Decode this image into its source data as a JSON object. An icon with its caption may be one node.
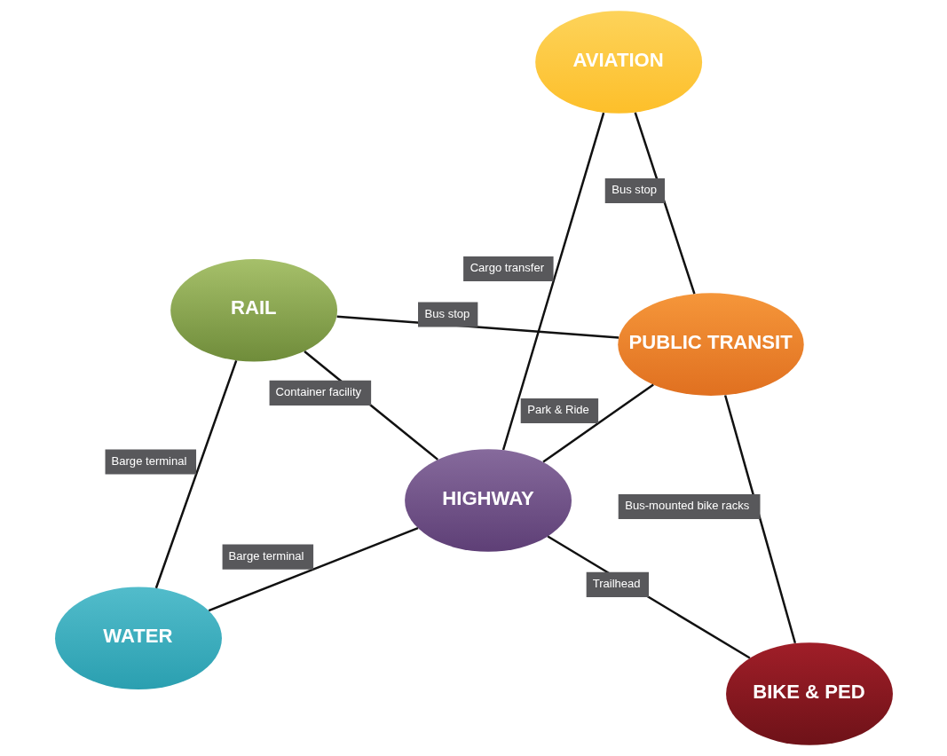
{
  "diagram": {
    "nodes": [
      {
        "text": [
          "AVIATION"
        ]
      },
      {
        "text": [
          "WATER"
        ]
      },
      {
        "text": [
          "BIKE & PED"
        ]
      },
      {
        "text": [
          "RAIL"
        ]
      },
      {
        "text": [
          "HIGHWAY"
        ]
      },
      {
        "text": [
          "PUBLIC TRANSIT"
        ]
      }
    ],
    "edges": [
      {
        "from": 0,
        "to": 5,
        "arrow": "none",
        "label": "Bus stop"
      },
      {
        "from": 0,
        "to": 4,
        "arrow": "none",
        "label": "Cargo transfer"
      },
      {
        "from": 1,
        "to": 4,
        "arrow": "none",
        "label": "Barge terminal"
      },
      {
        "from": 1,
        "to": 3,
        "arrow": "none",
        "label": "Barge terminal"
      },
      {
        "from": 2,
        "to": 4,
        "arrow": "none",
        "label": "Trailhead"
      },
      {
        "from": 2,
        "to": 5,
        "arrow": "none",
        "label": "Bus-mounted bike racks"
      },
      {
        "from": 3,
        "to": 4,
        "arrow": "none",
        "label": "Container facility"
      },
      {
        "from": 3,
        "to": 5,
        "arrow": "none",
        "label": "Bus stop"
      },
      {
        "from": 4,
        "to": 5,
        "arrow": "none",
        "label": "Park & Ride"
      }
    ]
  }
}
